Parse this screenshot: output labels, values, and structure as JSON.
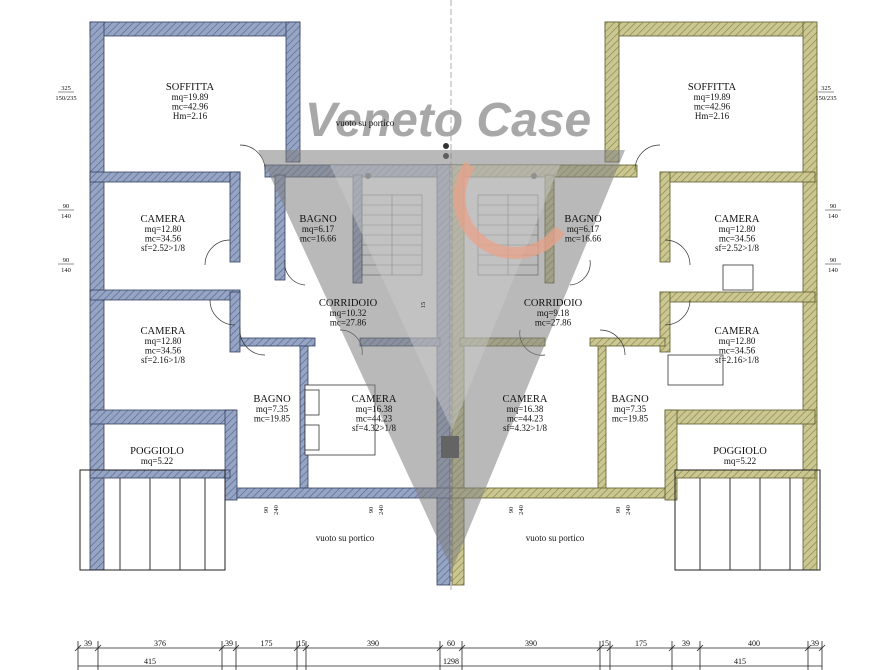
{
  "colors": {
    "left_wall": "#7f8fb2",
    "right_wall": "#b7b37a",
    "watermark_red": "#e8a38a",
    "watermark_gray": "#808080"
  },
  "watermark": {
    "brand": "Veneto Case"
  },
  "rooms": [
    {
      "name": "SOFFITTA",
      "lines": [
        "mq=19.89",
        "mc=42.96",
        "Hm=2.16"
      ]
    },
    {
      "name": "",
      "lines": [
        "vuoto su portico"
      ]
    },
    {
      "name": "SOFFITTA",
      "lines": [
        "mq=19.89",
        "mc=42.96",
        "Hm=2.16"
      ]
    },
    {
      "name": "CAMERA",
      "lines": [
        "mq=12.80",
        "mc=34.56",
        "sf=2.52>1/8"
      ]
    },
    {
      "name": "BAGNO",
      "lines": [
        "mq=6.17",
        "mc=16.66"
      ]
    },
    {
      "name": "BAGNO",
      "lines": [
        "mq=6.17",
        "mc=16.66"
      ]
    },
    {
      "name": "CAMERA",
      "lines": [
        "mq=12.80",
        "mc=34.56",
        "sf=2.52>1/8"
      ]
    },
    {
      "name": "CORRIDOIO",
      "lines": [
        "mq=10.32",
        "mc=27.86"
      ]
    },
    {
      "name": "CORRIDOIO",
      "lines": [
        "mq=9.18",
        "mc=27.86"
      ]
    },
    {
      "name": "CAMERA",
      "lines": [
        "mq=12.80",
        "mc=34.56",
        "sf=2.16>1/8"
      ]
    },
    {
      "name": "CAMERA",
      "lines": [
        "mq=12.80",
        "mc=34.56",
        "sf=2.16>1/8"
      ]
    },
    {
      "name": "BAGNO",
      "lines": [
        "mq=7.35",
        "mc=19.85"
      ]
    },
    {
      "name": "CAMERA",
      "lines": [
        "mq=16.38",
        "mc=44.23",
        "sf=4.32>1/8"
      ]
    },
    {
      "name": "CAMERA",
      "lines": [
        "mq=16.38",
        "mc=44.23",
        "sf=4.32>1/8"
      ]
    },
    {
      "name": "BAGNO",
      "lines": [
        "mq=7.35",
        "mc=19.85"
      ]
    },
    {
      "name": "POGGIOLO",
      "lines": [
        "mq=5.22"
      ]
    },
    {
      "name": "POGGIOLO",
      "lines": [
        "mq=5.22"
      ]
    },
    {
      "name": "",
      "lines": [
        "vuoto su portico"
      ]
    },
    {
      "name": "",
      "lines": [
        "vuoto su portico"
      ]
    }
  ],
  "window_marks": [
    {
      "top": "325",
      "bottom": "150/235"
    },
    {
      "top": "325",
      "bottom": "150/235"
    },
    {
      "top": "90",
      "bottom": "140"
    },
    {
      "top": "90",
      "bottom": "140"
    },
    {
      "top": "90",
      "bottom": "140"
    },
    {
      "top": "90",
      "bottom": "140"
    }
  ],
  "stair_dim": "15",
  "dimensions": {
    "segments": [
      "39",
      "376",
      "39",
      "175",
      "15",
      "390",
      "60",
      "390",
      "15",
      "175",
      "39",
      "400",
      "39"
    ],
    "partials": [
      "415",
      "1298",
      "415"
    ]
  }
}
